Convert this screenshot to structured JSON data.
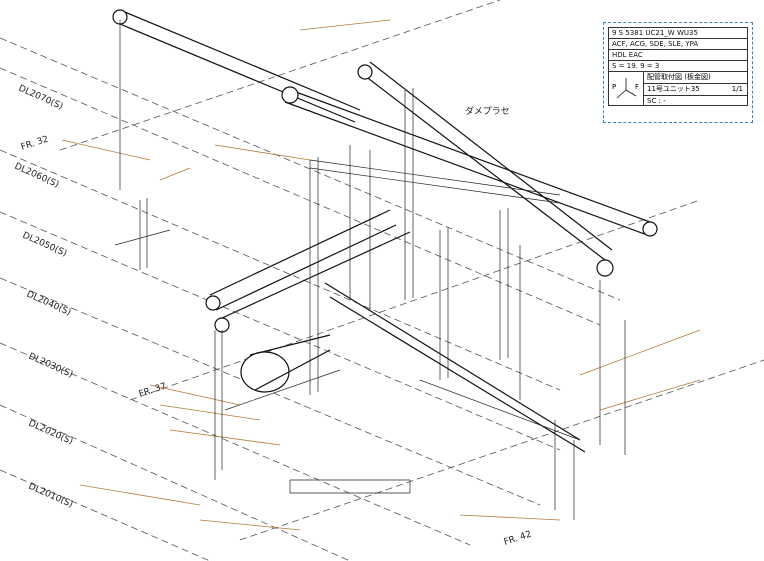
{
  "grid_labels": [
    "DL2070(S)",
    "DL2060(S)",
    "DL2050(S)",
    "DL2040(S)",
    "DL2030(S)",
    "DL2020(S)",
    "DL2010(S)"
  ],
  "frame_labels": [
    "FR. 32",
    "FR. 37",
    "FR. 42"
  ],
  "title_block": {
    "row1": "9 S 5381 UC21_W WU35",
    "row2": "ACF, ACG, SDE, SLE, YPA",
    "row3": "HDL EAC",
    "row4": "S = 19. 9 = 3",
    "title_jp": "配管取付図 (板金図)",
    "unit_label": "11号ユニット35",
    "sheet": "1/1",
    "sc": "SC : -",
    "compass_p": "P",
    "compass_f": "F"
  },
  "annotations": [
    "ダメプラセ"
  ]
}
